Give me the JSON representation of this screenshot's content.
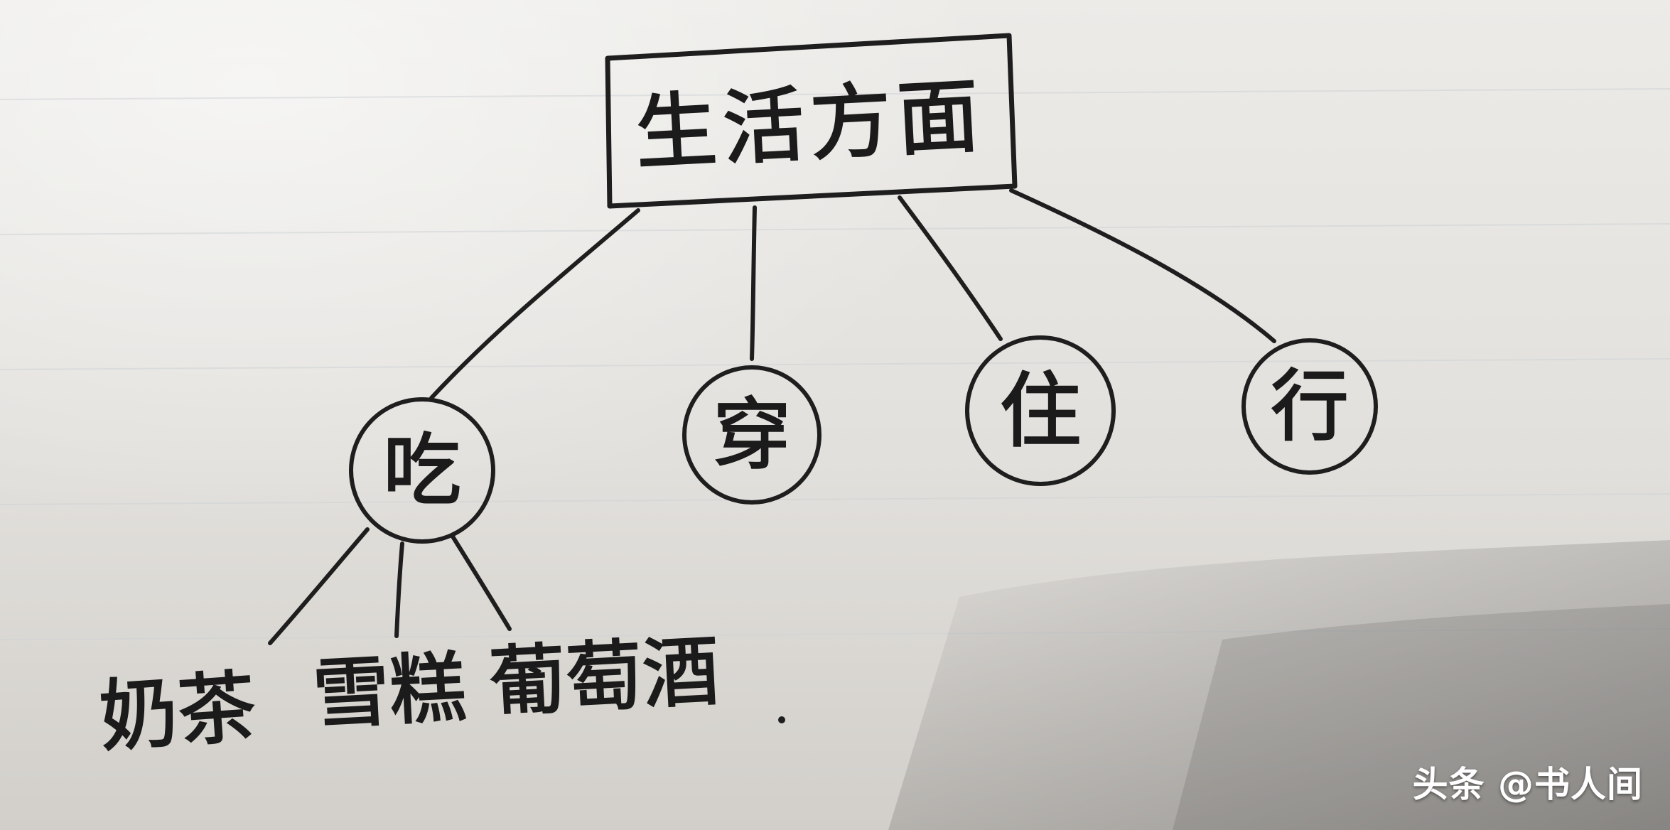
{
  "diagram": {
    "root": {
      "label": "生活方面"
    },
    "categories": [
      {
        "label": "吃"
      },
      {
        "label": "穿"
      },
      {
        "label": "住"
      },
      {
        "label": "行"
      }
    ],
    "food_items": [
      {
        "label": "奶茶"
      },
      {
        "label": "雪糕"
      },
      {
        "label": "葡萄酒"
      }
    ]
  },
  "watermark": {
    "text": "头条 @书人间"
  },
  "colors": {
    "ink": "#1e1e1e",
    "paper": "#e6e4e0",
    "watermark": "#ffffff"
  }
}
